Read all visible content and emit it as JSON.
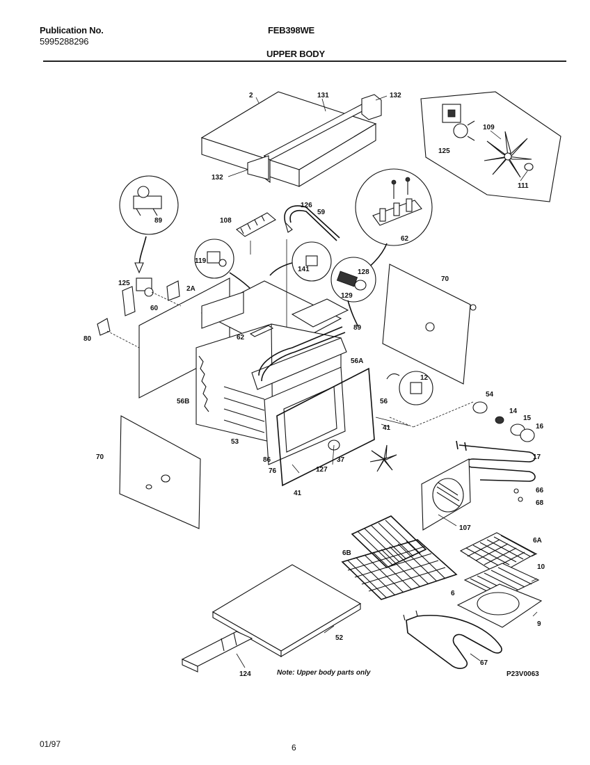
{
  "header": {
    "publication_label": "Publication No.",
    "publication_number": "5995288296",
    "model": "FEB398WE",
    "section_title": "UPPER BODY"
  },
  "diagram": {
    "part_labels": [
      "2",
      "131",
      "132",
      "132",
      "109",
      "125",
      "111",
      "89",
      "126",
      "59",
      "108",
      "62",
      "119",
      "141",
      "128",
      "129",
      "70",
      "125",
      "60",
      "2A",
      "80",
      "62",
      "89",
      "56A",
      "12",
      "56B",
      "56",
      "41",
      "54",
      "14",
      "15",
      "16",
      "53",
      "17",
      "86",
      "37",
      "127",
      "76",
      "41",
      "70",
      "66",
      "68",
      "107",
      "6A",
      "6B",
      "10",
      "6",
      "9",
      "52",
      "67",
      "124"
    ],
    "note": "Note: Upper body parts only",
    "drawing_code": "P23V0063"
  },
  "footer": {
    "date": "01/97",
    "page_number": "6"
  }
}
